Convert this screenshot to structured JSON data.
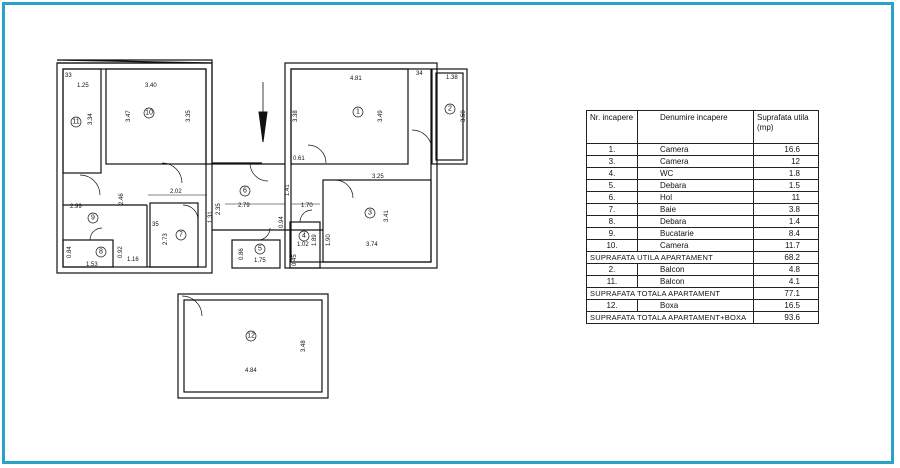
{
  "plan": {
    "dimensions": {
      "d125": "1.25",
      "d340": "3.40",
      "d481": "4.81",
      "d138": "1.38",
      "d334": "3.34",
      "d347": "3.47",
      "d335": "3.35",
      "d338": "3.38",
      "d349": "3.49",
      "d350": "3.50",
      "d202": "2.02",
      "d279": "2.79",
      "d141": "1.41",
      "d170": "1.70",
      "d325": "3.25",
      "d341": "3.41",
      "d299": "2.99",
      "d246": "2.46",
      "d235": "2.35",
      "d061": "0.61",
      "d374": "3.74",
      "d153": "1.53",
      "d116": "1.16",
      "d092": "0.92",
      "d084": "0.84",
      "d273": "2.73",
      "d131": "1.31",
      "d175": "1.75",
      "d086": "0.86",
      "d102": "1.02",
      "d094": "0.94",
      "d189": "1.89",
      "d190": "1.90",
      "d045": "0.45",
      "d484": "4.84",
      "d348": "3.48",
      "d35": "35",
      "d34": "34",
      "d33": "33"
    },
    "rooms": {
      "r1": "1",
      "r2": "2",
      "r3": "3",
      "r4": "4",
      "r5": "5",
      "r6": "6",
      "r7": "7",
      "r8": "8",
      "r9": "9",
      "r10": "10",
      "r11": "11",
      "r12": "12"
    }
  },
  "table": {
    "headers": [
      "Nr. incapere",
      "Denumire incapere",
      "Suprafata utila (mp)"
    ],
    "rows": [
      {
        "nr": "1.",
        "name": "Camera",
        "area": "16.6"
      },
      {
        "nr": "3.",
        "name": "Camera",
        "area": "12"
      },
      {
        "nr": "4.",
        "name": "WC",
        "area": "1.8"
      },
      {
        "nr": "5.",
        "name": "Debara",
        "area": "1.5"
      },
      {
        "nr": "6.",
        "name": "Hol",
        "area": "11"
      },
      {
        "nr": "7.",
        "name": "Baie",
        "area": "3.8"
      },
      {
        "nr": "8.",
        "name": "Debara",
        "area": "1.4"
      },
      {
        "nr": "9.",
        "name": "Bucatarie",
        "area": "8.4"
      },
      {
        "nr": "10.",
        "name": "Camera",
        "area": "11.7"
      }
    ],
    "subtotal_label": "SUPRAFATA UTILA APARTAMENT",
    "subtotal_value": "68.2",
    "balcony_rows": [
      {
        "nr": "2.",
        "name": "Balcon",
        "area": "4.8"
      },
      {
        "nr": "11.",
        "name": "Balcon",
        "area": "4.1"
      }
    ],
    "total_label": "SUPRAFATA TOTALA APARTAMENT",
    "total_value": "77.1",
    "box_row": {
      "nr": "12.",
      "name": "Boxa",
      "area": "16.5"
    },
    "grand_label": "SUPRAFATA TOTALA APARTAMENT+BOXA",
    "grand_value": "93.6"
  }
}
